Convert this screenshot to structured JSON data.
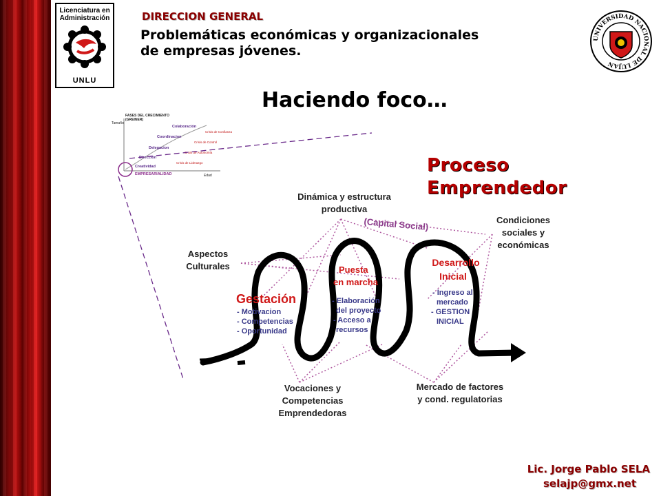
{
  "logo": {
    "text": "Licenciatura en Administración",
    "label": "UNLU"
  },
  "header": {
    "department": "DIRECCION GENERAL",
    "title": "Problemáticas económicas y organizacionales de empresas jóvenes."
  },
  "seal": {
    "text": "UNIVERSIDAD NACIONAL DE LUJAN"
  },
  "main_title": "Haciendo foco…",
  "process_title": {
    "line1": "Proceso",
    "line2": "Emprendedor"
  },
  "greiner": {
    "title1": "FASES DEL CRECIMIENTO",
    "title2": "(GREINER)",
    "y_axis": "Tamaño",
    "x_axis": "Edad",
    "phases": [
      "Colaboración",
      "Coordinacion",
      "Delegacion",
      "Dirección",
      "Creatividad"
    ],
    "crises": [
      "Crisis de Confianza",
      "Crisis de Control",
      "Crisis de Autonomía",
      "Crisis de Liderazgo"
    ],
    "focus": "EMPRESARIALIDAD"
  },
  "diagram": {
    "dinamica": [
      "Dinámica y estructura",
      "productiva"
    ],
    "capital_social": "(Capital Social)",
    "condiciones": [
      "Condiciones",
      "sociales y",
      "económicas"
    ],
    "aspectos": [
      "Aspectos",
      "Culturales"
    ],
    "gestacion": {
      "title": "Gestación",
      "items": [
        "- Motivacion",
        "- Competencias",
        "- Oportunidad"
      ]
    },
    "puesta": {
      "title": [
        "Puesta",
        "en marcha"
      ],
      "items": [
        "- Elaboración",
        "del proyecto",
        "- Acceso a",
        "recursos"
      ]
    },
    "desarrollo": {
      "title": [
        "Desarrollo",
        "Inicial"
      ],
      "items": [
        "- Ingreso al",
        "mercado",
        "- GESTION",
        "INICIAL"
      ]
    },
    "vocaciones": [
      "Vocaciones y",
      "Competencias",
      "Emprendedoras"
    ],
    "mercado": [
      "Mercado de factores",
      "y cond. regulatorias"
    ]
  },
  "footer": {
    "name": "Lic. Jorge Pablo SELA",
    "email": "selajp@gmx.net"
  },
  "colors": {
    "brand_red": "#8a0000",
    "accent_red": "#d01818",
    "dotted_purple": "#b05aa0",
    "dashed_purple": "#6a2a8a"
  }
}
